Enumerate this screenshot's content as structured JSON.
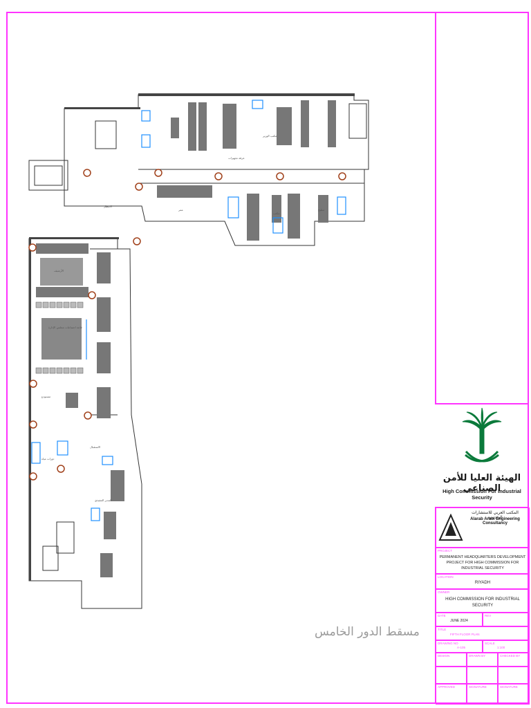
{
  "plan": {
    "title": "مسقط الدور الخامس",
    "room_labels": [
      "الأرشيف",
      "قاعة اجتماعات مجلس الإدارة",
      "مكتب الوزير",
      "المدير التنفيذي",
      "دورات مياه",
      "الاستقبال",
      "الانتظار",
      "مستودع",
      "مطبخ",
      "مكتب",
      "ممر",
      "غرفة تجهيزات"
    ]
  },
  "title_block": {
    "client_logo": {
      "name_ar": "الهيئة العليا للأمن الصناعي",
      "name_en": "High Commission For Industrial Security",
      "emblem": "palm-and-swords-icon"
    },
    "consultant": {
      "name_ar": "المكتب العربي للاستشارات الهندسية",
      "name_en": "Alarab Arabi Engineering Consultancy",
      "logo": "triangle-logo-icon"
    },
    "project": {
      "label": "PROJECT",
      "value": "PERMANENT HEADQUARTERS DEVELOPMENT PROJECT FOR HIGH COMMISSION FOR INDUSTRIAL SECURITY"
    },
    "location": {
      "label": "LOCATION",
      "value": "RIYADH"
    },
    "owner": {
      "label": "OWNER",
      "value": "HIGH COMMISSION FOR INDUSTRIAL SECURITY"
    },
    "date": {
      "label": "DATE",
      "value": "JUNE 2024",
      "rev_label": "REV"
    },
    "title": {
      "label": "TITLE",
      "value": "FIFTH FLOOR PLAN"
    },
    "drawing_no": {
      "label": "DRAWING NO",
      "value": "A-105",
      "scale_label": "SCALE",
      "scale_value": "1:100"
    },
    "design": {
      "label": "DESIGN",
      "drawn_label": "DRAWN BY",
      "checked_label": "CHECKED BY"
    },
    "approval": {
      "label": "APPROVED",
      "sign1": "SIGNATURE",
      "sign2": "SIGNATURE"
    },
    "colors": {
      "border": "#ff33ff",
      "emblem_green": "#0b7a3b",
      "accent": "#ff44ff"
    }
  }
}
